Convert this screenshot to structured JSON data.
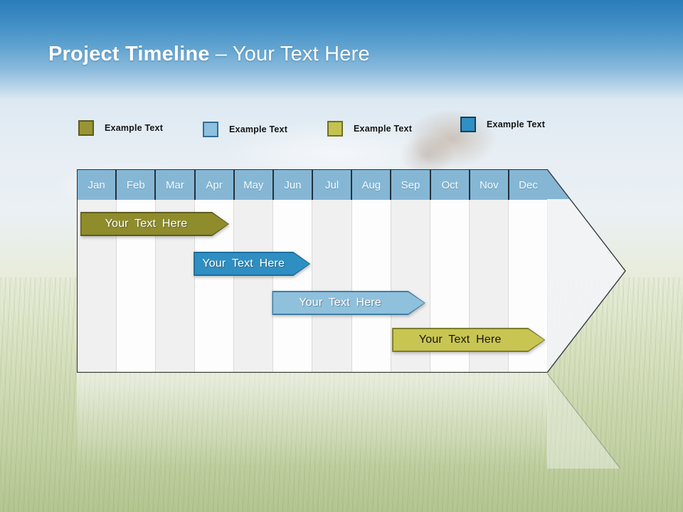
{
  "slide": {
    "title": {
      "emphasis": "Project Timeline",
      "rest": "– Your Text Here"
    }
  },
  "legend": {
    "items": [
      {
        "label": "Example Text",
        "fill": "#999434",
        "border": "#5c5c1e"
      },
      {
        "label": "Example Text",
        "fill": "#8ec1dd",
        "border": "#2e6f96"
      },
      {
        "label": "Example Text",
        "fill": "#c6c251",
        "border": "#6f7025"
      },
      {
        "label": "Example Text",
        "fill": "#2f90c5",
        "border": "#173f57"
      }
    ]
  },
  "chart_data": {
    "type": "timeline",
    "months": [
      "Jan",
      "Feb",
      "Mar",
      "Apr",
      "May",
      "Jun",
      "Jul",
      "Aug",
      "Sep",
      "Oct",
      "Nov",
      "Dec"
    ],
    "bars": [
      {
        "label": "Your Text Here",
        "start_month": "Jan",
        "end_month": "Apr",
        "start_col": 0.07,
        "end_col": 3.88,
        "lane": 0,
        "fill": "#8f8c2c",
        "border": "#5e5c1b",
        "text_style": "light"
      },
      {
        "label": "Your Text Here",
        "start_month": "Apr",
        "end_month": "Jun",
        "start_col": 2.97,
        "end_col": 5.96,
        "lane": 1,
        "fill": "#2f8fc2",
        "border": "#1c6f9c",
        "text_style": "light"
      },
      {
        "label": "Your Text Here",
        "start_month": "Jun",
        "end_month": "Sep",
        "start_col": 4.98,
        "end_col": 8.9,
        "lane": 2,
        "fill": "#8fc0dc",
        "border": "#417fa5",
        "text_style": "light"
      },
      {
        "label": "Your Text Here",
        "start_month": "Sep",
        "end_month": "Dec",
        "start_col": 8.05,
        "end_col": 11.97,
        "lane": 3,
        "fill": "#c9c553",
        "border": "#7c7c28",
        "text_style": "dark"
      }
    ],
    "header_color": "#85b7d5",
    "stripe_colors": [
      "#f0f0f1",
      "#fdfdfd"
    ],
    "arrow_body_color": "#f2f3f5"
  }
}
